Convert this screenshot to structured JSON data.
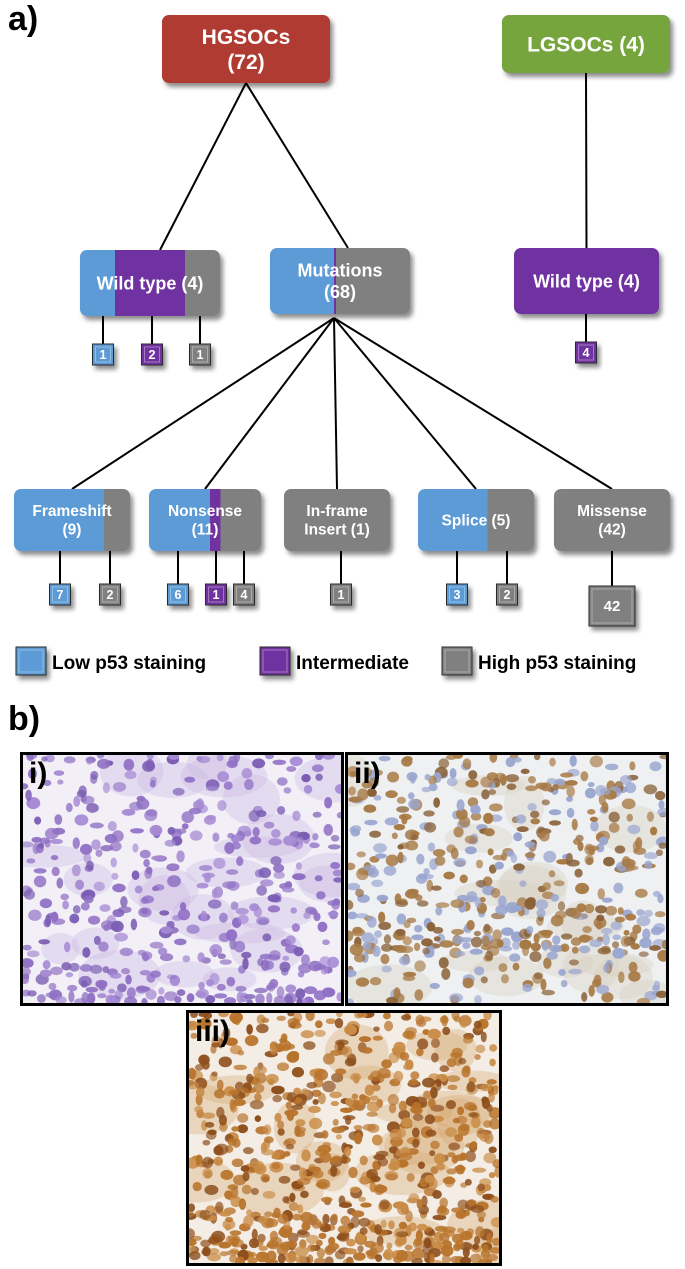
{
  "panels": {
    "a": "a)",
    "b": "b)"
  },
  "colors": {
    "low": "#5b9bd5",
    "intermediate": "#7030a0",
    "high": "#808080",
    "hgsoc": "#b03a32",
    "lgsoc": "#76a53e",
    "line": "#000000",
    "hematoxylin": "#8f6fc4",
    "dab": "#b8742c"
  },
  "nodes": {
    "hgsoc": {
      "line1": "HGSOCs",
      "line2": "(72)"
    },
    "lgsoc": {
      "line1": "LGSOCs (4)"
    },
    "hg_wild": {
      "line1": "Wild type  (4)",
      "stain": {
        "low": 1,
        "intermediate": 2,
        "high": 1
      }
    },
    "mutations": {
      "line1": "Mutations",
      "line2": "(68)",
      "stain": {
        "low": 31,
        "intermediate": 1,
        "high": 36
      }
    },
    "lg_wild": {
      "line1": "Wild type  (4)",
      "stain": {
        "low": 0,
        "intermediate": 4,
        "high": 0
      }
    },
    "frameshift": {
      "line1": "Frameshift",
      "line2": "(9)",
      "stain": {
        "low": 7,
        "intermediate": 0,
        "high": 2
      }
    },
    "nonsense": {
      "line1": "Nonsense",
      "line2": "(11)",
      "stain": {
        "low": 6,
        "intermediate": 1,
        "high": 4
      }
    },
    "inframe": {
      "line1": "In-frame",
      "line2": "Insert (1)",
      "stain": {
        "low": 0,
        "intermediate": 0,
        "high": 1
      }
    },
    "splice": {
      "line1": "Splice (5)",
      "stain": {
        "low": 3,
        "intermediate": 0,
        "high": 2
      }
    },
    "missense": {
      "line1": "Missense",
      "line2": "(42)",
      "stain": {
        "low": 0,
        "intermediate": 0,
        "high": 42
      }
    }
  },
  "counts": {
    "hg_wild": [
      {
        "label": "1",
        "category": "low"
      },
      {
        "label": "2",
        "category": "intermediate"
      },
      {
        "label": "1",
        "category": "high"
      }
    ],
    "lg_wild": [
      {
        "label": "4",
        "category": "intermediate"
      }
    ],
    "frameshift": [
      {
        "label": "7",
        "category": "low"
      },
      {
        "label": "2",
        "category": "high"
      }
    ],
    "nonsense": [
      {
        "label": "6",
        "category": "low"
      },
      {
        "label": "1",
        "category": "intermediate"
      },
      {
        "label": "4",
        "category": "high"
      }
    ],
    "inframe": [
      {
        "label": "1",
        "category": "high"
      }
    ],
    "splice": [
      {
        "label": "3",
        "category": "low"
      },
      {
        "label": "2",
        "category": "high"
      }
    ],
    "missense": [
      {
        "label": "42",
        "category": "high"
      }
    ]
  },
  "legend": [
    {
      "label": "Low p53 staining",
      "category": "low"
    },
    {
      "label": "Intermediate",
      "category": "intermediate"
    },
    {
      "label": "High p53 staining",
      "category": "high"
    }
  ],
  "micrographs": [
    {
      "label": "i)",
      "stain": "negative"
    },
    {
      "label": "ii)",
      "stain": "intermediate"
    },
    {
      "label": "iii)",
      "stain": "high"
    }
  ]
}
